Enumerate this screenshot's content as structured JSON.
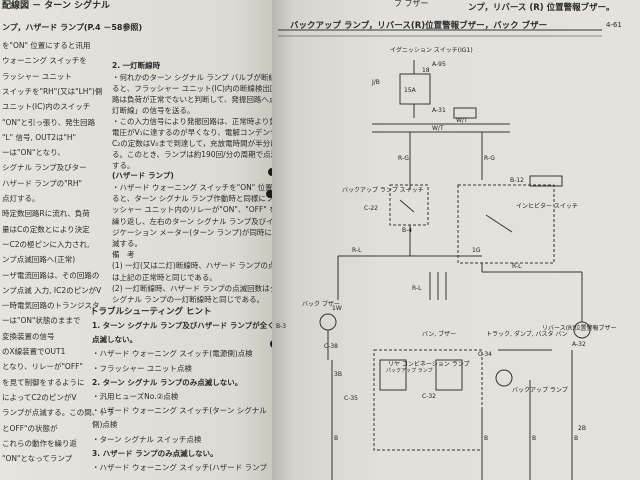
{
  "left_page": {
    "header": "配線図 － ターン シグナル",
    "subheader": "ンプ，ハザード ランプ(P.4 －58参照)",
    "col1": [
      "を\"ON\" 位置にすると讯用",
      "ウォーニング スイッチを",
      "ラッシャー ユニット　",
      "スイッチを\"RH\"(又は\"LH\")側",
      "ユニット(IC)内のスイッチ",
      "\"ON\"と引っ張り、発生回路",
      "\"L\" 信号, OUT2は\"H\"",
      "ーは\"ON\"となり、",
      "シグナル ランプ及びター",
      "ハザード ランプの\"RH\"",
      "点灯する。",
      "時定数回路Rに流れ、負荷",
      "量はCの定数とにより決定",
      "ーC2の極ピンに入力され,",
      "ンプ点滅回路へ(正常)",
      "ーザ電流回路は、その回路の",
      "ンプ点滅 入力, IC2のピンがV",
      "一時電気回路のトランジスタ",
      "ーは\"ON\"状態のままで",
      "変換装置の信号",
      "のX線装置でOUT1",
      "となり、リレーが\"OFF\"",
      "を見て制御をするように",
      "によってC2のピンがV",
      "ランプが点滅する。この間、トラ",
      "とOFF\"の状態が",
      "これらの動作を繰り返",
      "\"ON\"となってランプ"
    ],
    "sec2_heading": "2. 一灯断線時",
    "sec2": [
      "・何れかのターン シグナル ランプ バルブが断線す",
      "ると、フラッシャー ユニット(IC)内の断線検出回",
      "路は負荷が正常でないと判断して、発振回路へ点",
      "灯断線」の信号を送る。",
      "・この入力信号により発振回路は、正常時より負荷",
      "電圧がV₁に達するのが早くなり、電解コンデンサー",
      "C₂の定数はV₀まで到達して，充放電時間が半分にな",
      "る。このとき、ランプは約190回/分の周期で点滅",
      "する。"
    ],
    "hazard_heading": "(ハザード ランプ)",
    "hazard": [
      "・ハザード ウォーニング スイッチを\"ON\" 位置にす",
      "ると、ターン シグナル ランプ作動時と同様にフラ",
      "ッシャー ユニット内のリレーが\"ON\"、\"OFF\" を",
      "繰り返し、左右のターン シグナル ランプ及びイン",
      "ジケーション メーター(ターン ランプ)が同時に点",
      "滅する。",
      "備　考",
      "(1) 一灯(又は二灯)断線時、ハザード ランプの点滅回数",
      "は上記の正常時と同じである。",
      "(2) 一灯断線時、ハザード ランプの点滅回数はターン",
      "シグナル ランプの一灯断線時と同じである。"
    ],
    "trouble_heading": "トラブルシューティング ヒント",
    "trouble": [
      {
        "t": "1. ターン シグナル ランプ及びハザード ランプが全く",
        "b": true
      },
      {
        "t": "点滅しない。",
        "b": true
      },
      {
        "t": "・ハザード ウォーニング スイッチ(電源側)点検",
        "b": false
      },
      {
        "t": "・フラッシャー ユニット点検",
        "b": false
      },
      {
        "t": "2. ターン シグナル ランプのみ点滅しない。",
        "b": true
      },
      {
        "t": "・汎用ヒューズNo.②点検",
        "b": false
      },
      {
        "t": "・ハザード ウォーニング スイッチ(ターン シグナル",
        "b": false
      },
      {
        "t": "側)点検",
        "b": false
      },
      {
        "t": "・ターン シグナル スイッチ点検",
        "b": false
      },
      {
        "t": "3. ハザード ランプのみ点滅しない。",
        "b": true
      },
      {
        "t": "・ハザード ウォーニング スイッチ(ハザード ランプ",
        "b": false
      }
    ]
  },
  "right_page": {
    "header": "ブ ブザー",
    "header2": "ンプ，リバース (R) 位置警報ブザー。",
    "page_number": "4-61",
    "title": "バックアップ ランプ，リバース(R)位置警報ブザー，バック ブザー",
    "ignition_label": "イグニッション スイッチ(IG1)",
    "connectors": [
      "A-95",
      "A-31",
      "B-12",
      "C-22",
      "C-38",
      "C-34",
      "C-35",
      "C-32",
      "A-32",
      "B-3",
      "B-4"
    ],
    "fuse_label": "J/B",
    "fuse_value": "15A",
    "fuse_no": "18",
    "wire_labels": [
      "W/T",
      "W/T",
      "R-G",
      "R-G",
      "R-L",
      "R-L",
      "R-L",
      "B",
      "B",
      "B",
      "B",
      "1G",
      "2B",
      "3B",
      "1W"
    ],
    "component_labels": [
      "バックアップ ランプ スイッチ",
      "インヒビター スイッチ",
      "リバース(R)位置警報ブザー",
      "バック ブザー",
      "パックアップ ランプ",
      "リヤ コンビネーション ランプ",
      "バン, ブザー",
      "トラック, ダンプ, バスタ バン",
      "バックアップ ランプ"
    ]
  }
}
